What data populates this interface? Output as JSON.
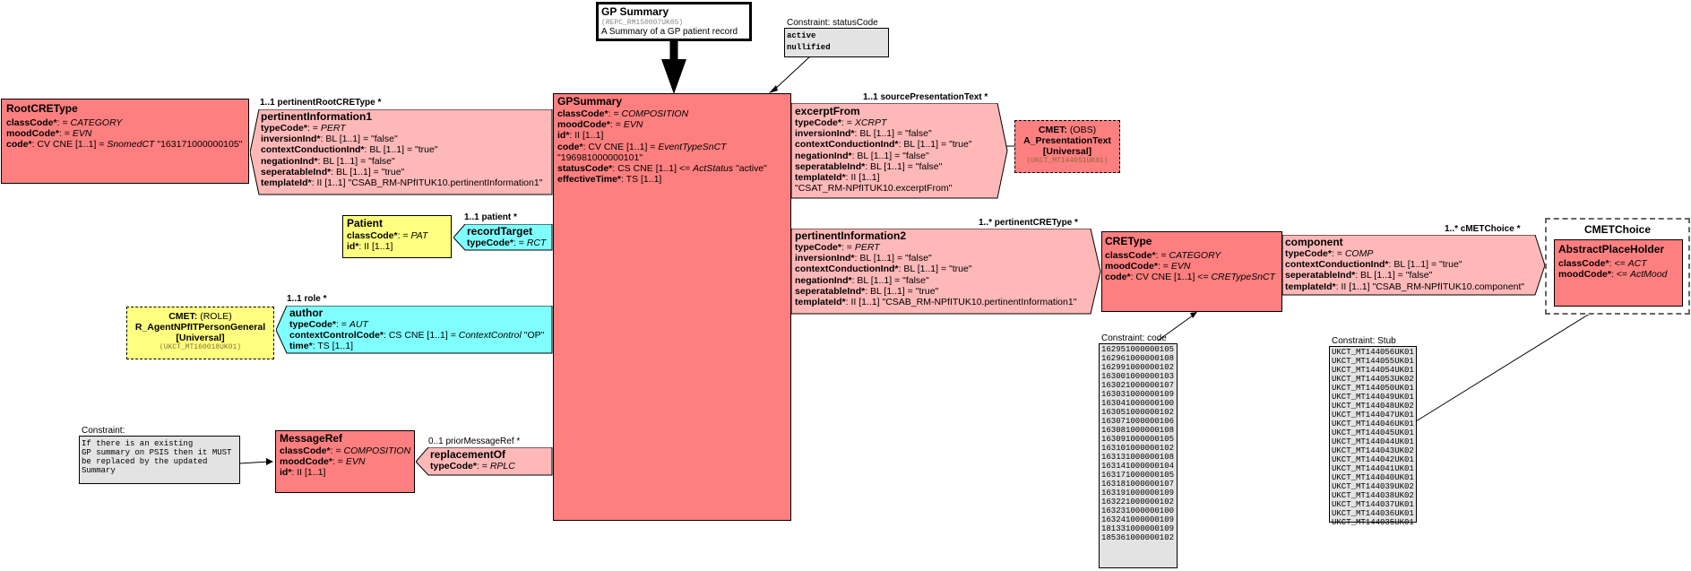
{
  "header": {
    "title": "GP Summary",
    "id": "(REPC_RM150007UK05)",
    "description": "A Summary of a GP patient record"
  },
  "notes": {
    "status": {
      "title": "Constraint: statusCode",
      "lines": [
        "active",
        "nullified"
      ]
    },
    "code": {
      "title": "Constraint: code",
      "lines": [
        "162951000000105",
        "162961000000108",
        "162991000000102",
        "163001000000103",
        "163021000000107",
        "163031000000109",
        "163041000000100",
        "163051000000102",
        "163071000000106",
        "163081000000108",
        "163091000000105",
        "163101000000102",
        "163131000000108",
        "163141000000104",
        "163171000000105",
        "163181000000107",
        "163191000000109",
        "163221000000102",
        "163231000000100",
        "163241000000109",
        "181331000000109",
        "185361000000102"
      ]
    },
    "stub": {
      "title": "Constraint: Stub",
      "lines": [
        "UKCT_MT144056UK01",
        "UKCT_MT144055UK01",
        "UKCT_MT144054UK01",
        "UKCT_MT144053UK02",
        "UKCT_MT144050UK01",
        "UKCT_MT144049UK01",
        "UKCT_MT144048UK02",
        "UKCT_MT144047UK01",
        "UKCT_MT144046UK01",
        "UKCT_MT144045UK01",
        "UKCT_MT144044UK01",
        "UKCT_MT144043UK02",
        "UKCT_MT144042UK01",
        "UKCT_MT144041UK01",
        "UKCT_MT144040UK01",
        "UKCT_MT144039UK02",
        "UKCT_MT144038UK02",
        "UKCT_MT144037UK01",
        "UKCT_MT144036UK01",
        "UKCT_MT144035UK01"
      ]
    },
    "general": {
      "title": "Constraint:",
      "lines": [
        "If there is an existing",
        "GP summary on PSIS then it MUST",
        "be replaced by the updated",
        "Summary"
      ]
    }
  },
  "classes": {
    "rootcretype": {
      "name": "RootCREType",
      "attrs": [
        {
          "n": "classCode*",
          "v": ": = ",
          "i": "CATEGORY"
        },
        {
          "n": "moodCode*",
          "v": ": = ",
          "i": "EVN"
        },
        {
          "n": "code*",
          "v": ": CV CNE [1..1] = ",
          "i": "SnomedCT",
          "t": " \"163171000000105\""
        }
      ]
    },
    "pertinent1": {
      "name": "pertinentInformation1",
      "attrs": [
        {
          "n": "typeCode*",
          "v": ": = ",
          "i": "PERT"
        },
        {
          "n": "inversionInd*",
          "v": ": BL [1..1] = \"false\""
        },
        {
          "n": "contextConductionInd*",
          "v": ": BL [1..1] = \"true\""
        },
        {
          "n": "negationInd*",
          "v": ": BL [1..1] = \"false\""
        },
        {
          "n": "seperatableInd*",
          "v": ": BL [1..1] = \"true\""
        },
        {
          "n": "templateId*",
          "v": ": II [1..1] \"CSAB_RM-NPfITUK10.pertinentInformation1\""
        }
      ]
    },
    "gpsummary": {
      "name": "GPSummary",
      "attrs": [
        {
          "n": "classCode*",
          "v": ": = ",
          "i": "COMPOSITION"
        },
        {
          "n": "moodCode*",
          "v": ": = ",
          "i": "EVN"
        },
        {
          "n": "id*",
          "v": ": II [1..1]"
        },
        {
          "n": "code*",
          "v": ": CV CNE [1..1] = ",
          "i": "EventTypeSnCT"
        },
        {
          "n": "",
          "v": "\"196981000000101\""
        },
        {
          "n": "statusCode*",
          "v": ": CS CNE [1..1] <= ",
          "i": "ActStatus",
          "t": " \"active\""
        },
        {
          "n": "effectiveTime*",
          "v": ": TS [1..1]"
        }
      ]
    },
    "excerpt": {
      "name": "excerptFrom",
      "attrs": [
        {
          "n": "typeCode*",
          "v": ": = ",
          "i": "XCRPT"
        },
        {
          "n": "inversionInd*",
          "v": ": BL [1..1] = \"false\""
        },
        {
          "n": "contextConductionInd*",
          "v": ": BL [1..1] = \"true\""
        },
        {
          "n": "negationInd*",
          "v": ": BL [1..1] = \"false\""
        },
        {
          "n": "seperatableInd*",
          "v": ": BL [1..1] = \"false\""
        },
        {
          "n": "templateId*",
          "v": ": II [1..1]"
        },
        {
          "n": "",
          "v": " \"CSAT_RM-NPfITUK10.excerptFrom\""
        }
      ]
    },
    "cmetobs": {
      "l1b": "CMET:",
      "l1": " (OBS)",
      "l2": "A_PresentationText",
      "l3": "[Universal]",
      "id": "(UKCT_MT144051UK01)"
    },
    "patient": {
      "name": "Patient",
      "attrs": [
        {
          "n": "classCode*",
          "v": ": = ",
          "i": "PAT"
        },
        {
          "n": "id*",
          "v": ": II [1..1]"
        }
      ]
    },
    "recordtarget": {
      "name": "recordTarget",
      "attrs": [
        {
          "n": "typeCode*",
          "v": ": = ",
          "i": "RCT"
        }
      ]
    },
    "pertinent2": {
      "name": "pertinentInformation2",
      "attrs": [
        {
          "n": "typeCode*",
          "v": ": = ",
          "i": "PERT"
        },
        {
          "n": "inversionInd*",
          "v": ": BL [1..1] = \"false\""
        },
        {
          "n": "contextConductionInd*",
          "v": ": BL [1..1] = \"true\""
        },
        {
          "n": "negationInd*",
          "v": ": BL [1..1] = \"false\""
        },
        {
          "n": "seperatableInd*",
          "v": ": BL [1..1] = \"true\""
        },
        {
          "n": "templateId*",
          "v": ": II [1..1] \"CSAB_RM-NPfITUK10.pertinentInformation1\""
        }
      ]
    },
    "cretype": {
      "name": "CREType",
      "attrs": [
        {
          "n": "classCode*",
          "v": ": = ",
          "i": "CATEGORY"
        },
        {
          "n": "moodCode*",
          "v": ": = ",
          "i": "EVN"
        },
        {
          "n": "code*",
          "v": ": CV CNE [1..1] <= ",
          "i": "CRETypeSnCT"
        }
      ]
    },
    "component": {
      "name": "component",
      "attrs": [
        {
          "n": "typeCode*",
          "v": ": = ",
          "i": "COMP"
        },
        {
          "n": "contextConductionInd*",
          "v": ": BL [1..1] = \"true\""
        },
        {
          "n": "seperatableInd*",
          "v": ": BL [1..1] = \"false\""
        },
        {
          "n": "templateId*",
          "v": ": II [1..1] \"CSAB_RM-NPfITUK10.component\""
        }
      ]
    },
    "cmetchoice": {
      "title": "CMETChoice"
    },
    "abstract": {
      "name": "AbstractPlaceHolder",
      "attrs": [
        {
          "n": "classCode*",
          "v": ": <= ",
          "i": "ACT"
        },
        {
          "n": "moodCode*",
          "v": ": <= ",
          "i": "ActMood"
        }
      ]
    },
    "cmetrole": {
      "l1b": "CMET:",
      "l1": " (ROLE)",
      "l2": "R_AgentNPfITPersonGeneral",
      "l3": "[Universal]",
      "id": "(UKCT_MT160018UK01)"
    },
    "author": {
      "name": "author",
      "attrs": [
        {
          "n": "typeCode*",
          "v": ": = ",
          "i": "AUT"
        },
        {
          "n": "contextControlCode*",
          "v": ": CS CNE [1..1] = ",
          "i": "ContextControl",
          "t": " \"OP\""
        },
        {
          "n": "time*",
          "v": ": TS [1..1]"
        }
      ]
    },
    "messageref": {
      "name": "MessageRef",
      "attrs": [
        {
          "n": "classCode*",
          "v": ": = ",
          "i": "COMPOSITION"
        },
        {
          "n": "moodCode*",
          "v": ": = ",
          "i": "EVN"
        },
        {
          "n": "id*",
          "v": ": II [1..1]"
        }
      ]
    },
    "replacement": {
      "name": "replacementOf",
      "attrs": [
        {
          "n": "typeCode*",
          "v": ": = ",
          "i": "RPLC"
        }
      ]
    }
  },
  "associations": {
    "pertinentRootCREType": "1..1 pertinentRootCREType  *",
    "sourcePresentationText": "1..1 sourcePresentationText  *",
    "patient": "1..1 patient  *",
    "pertinentCREType": "1..* pertinentCREType  *",
    "cMETChoice": "1..* cMETChoice  *",
    "role": "1..1 role  *",
    "priorMessageRef": "0..1 priorMessageRef  *"
  },
  "colors": {
    "act": "#fe7f7f",
    "relationship": "#ffb8b8",
    "entity": "#ffff7f",
    "role": "#7fffff",
    "note": "#e3e3e3"
  }
}
